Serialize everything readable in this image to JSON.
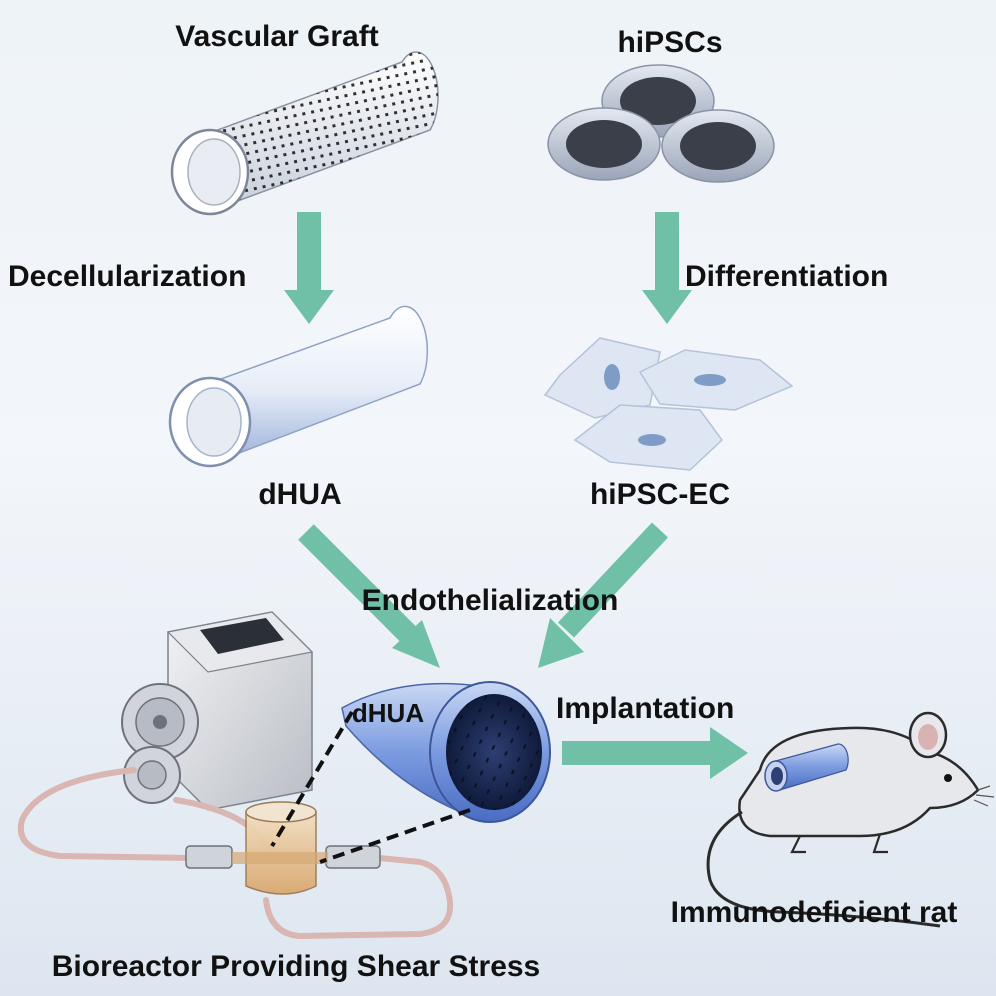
{
  "labels": {
    "vascular_graft": "Vascular Graft",
    "hipscs": "hiPSCs",
    "decellularization": "Decellularization",
    "differentiation": "Differentiation",
    "dhua_top": "dHUA",
    "hipsc_ec": "hiPSC-EC",
    "endothelialization": "Endothelialization",
    "dhua_tube": "dHUA",
    "implantation": "Implantation",
    "rat": "Immunodeficient rat",
    "bioreactor": "Bioreactor Providing Shear Stress"
  },
  "colors": {
    "arrow": "#6fc0a6",
    "tube_blue": "#6f8fd6",
    "cell_dark": "#3a3f4a",
    "cell_ring": "#aeb8c8",
    "text": "#111111"
  }
}
